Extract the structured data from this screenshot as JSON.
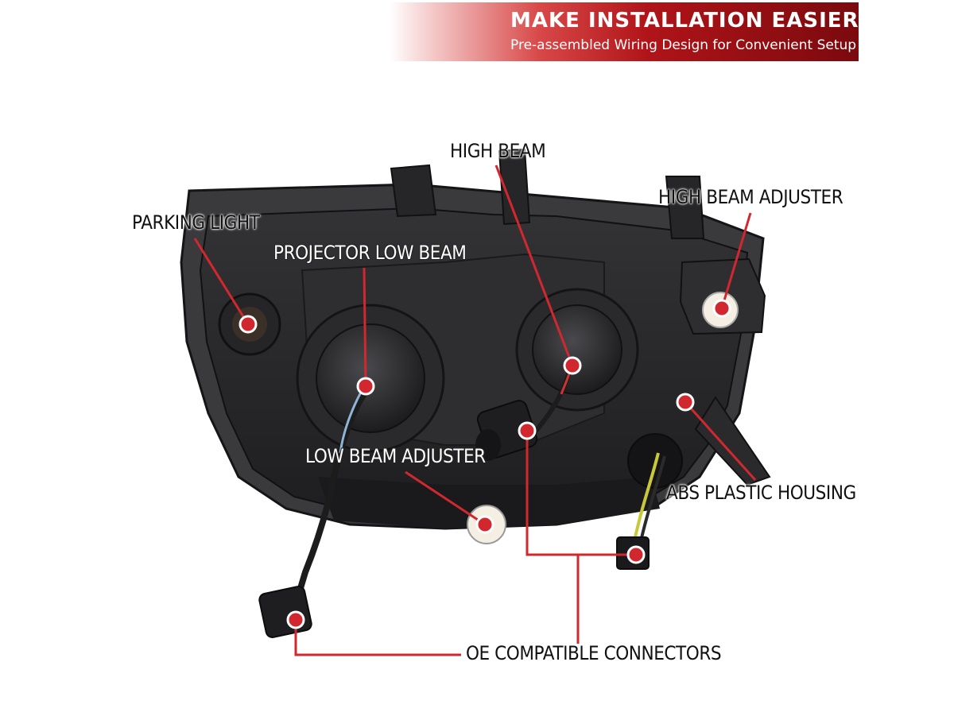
{
  "banner": {
    "title": "MAKE INSTALLATION EASIER",
    "subtitle": "Pre-assembled Wiring Design for Convenient Setup"
  },
  "callouts": {
    "high_beam": "HIGH BEAM",
    "high_beam_adjuster": "HIGH BEAM ADJUSTER",
    "parking_light": "PARKING LIGHT",
    "projector_low_beam": "PROJECTOR LOW BEAM",
    "low_beam_adjuster": "LOW BEAM ADJUSTER",
    "abs_plastic_housing": "ABS PLASTIC HOUSING",
    "oe_compatible_connectors": "OE COMPATIBLE CONNECTORS"
  },
  "colors": {
    "accent_red": "#d0282e",
    "housing": "#2b2b2d",
    "banner_dark": "#7a0a0e"
  }
}
